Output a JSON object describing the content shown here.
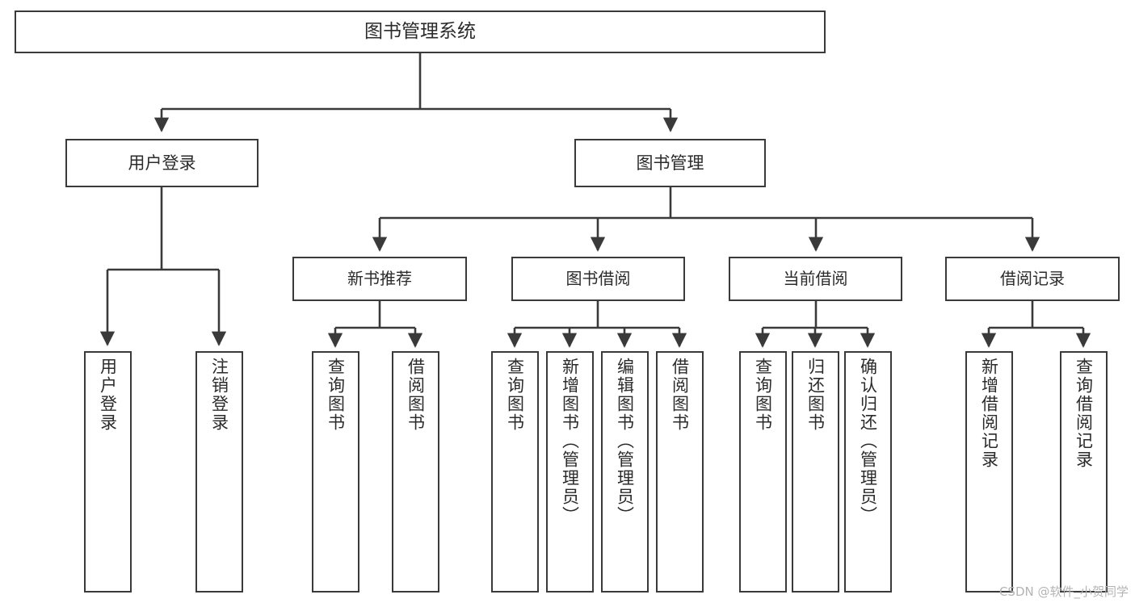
{
  "diagram": {
    "type": "tree-hierarchy-chart",
    "title": "图书管理系统",
    "root": {
      "label": "图书管理系统"
    },
    "level1": [
      {
        "label": "用户登录"
      },
      {
        "label": "图书管理"
      }
    ],
    "level2": [
      {
        "label": "新书推荐"
      },
      {
        "label": "图书借阅"
      },
      {
        "label": "当前借阅"
      },
      {
        "label": "借阅记录"
      }
    ],
    "leaves": {
      "user_login": [
        {
          "label": "用户登录"
        },
        {
          "label": "注销登录"
        }
      ],
      "new_book_recommend": [
        {
          "label": "查询图书"
        },
        {
          "label": "借阅图书"
        }
      ],
      "book_borrow": [
        {
          "label": "查询图书"
        },
        {
          "label": "新增图书（管理员）"
        },
        {
          "label": "编辑图书（管理员）"
        },
        {
          "label": "借阅图书"
        }
      ],
      "current_borrow": [
        {
          "label": "查询图书"
        },
        {
          "label": "归还图书"
        },
        {
          "label": "确认归还（管理员）"
        }
      ],
      "borrow_record": [
        {
          "label": "新增借阅记录"
        },
        {
          "label": "查询借阅记录"
        }
      ]
    }
  },
  "watermark": {
    "text": "CSDN @软件_小贺同学"
  },
  "colors": {
    "stroke": "#3a3a3a",
    "text": "#2b2b2b",
    "background": "#ffffff",
    "watermark": "#b4b4b4"
  }
}
